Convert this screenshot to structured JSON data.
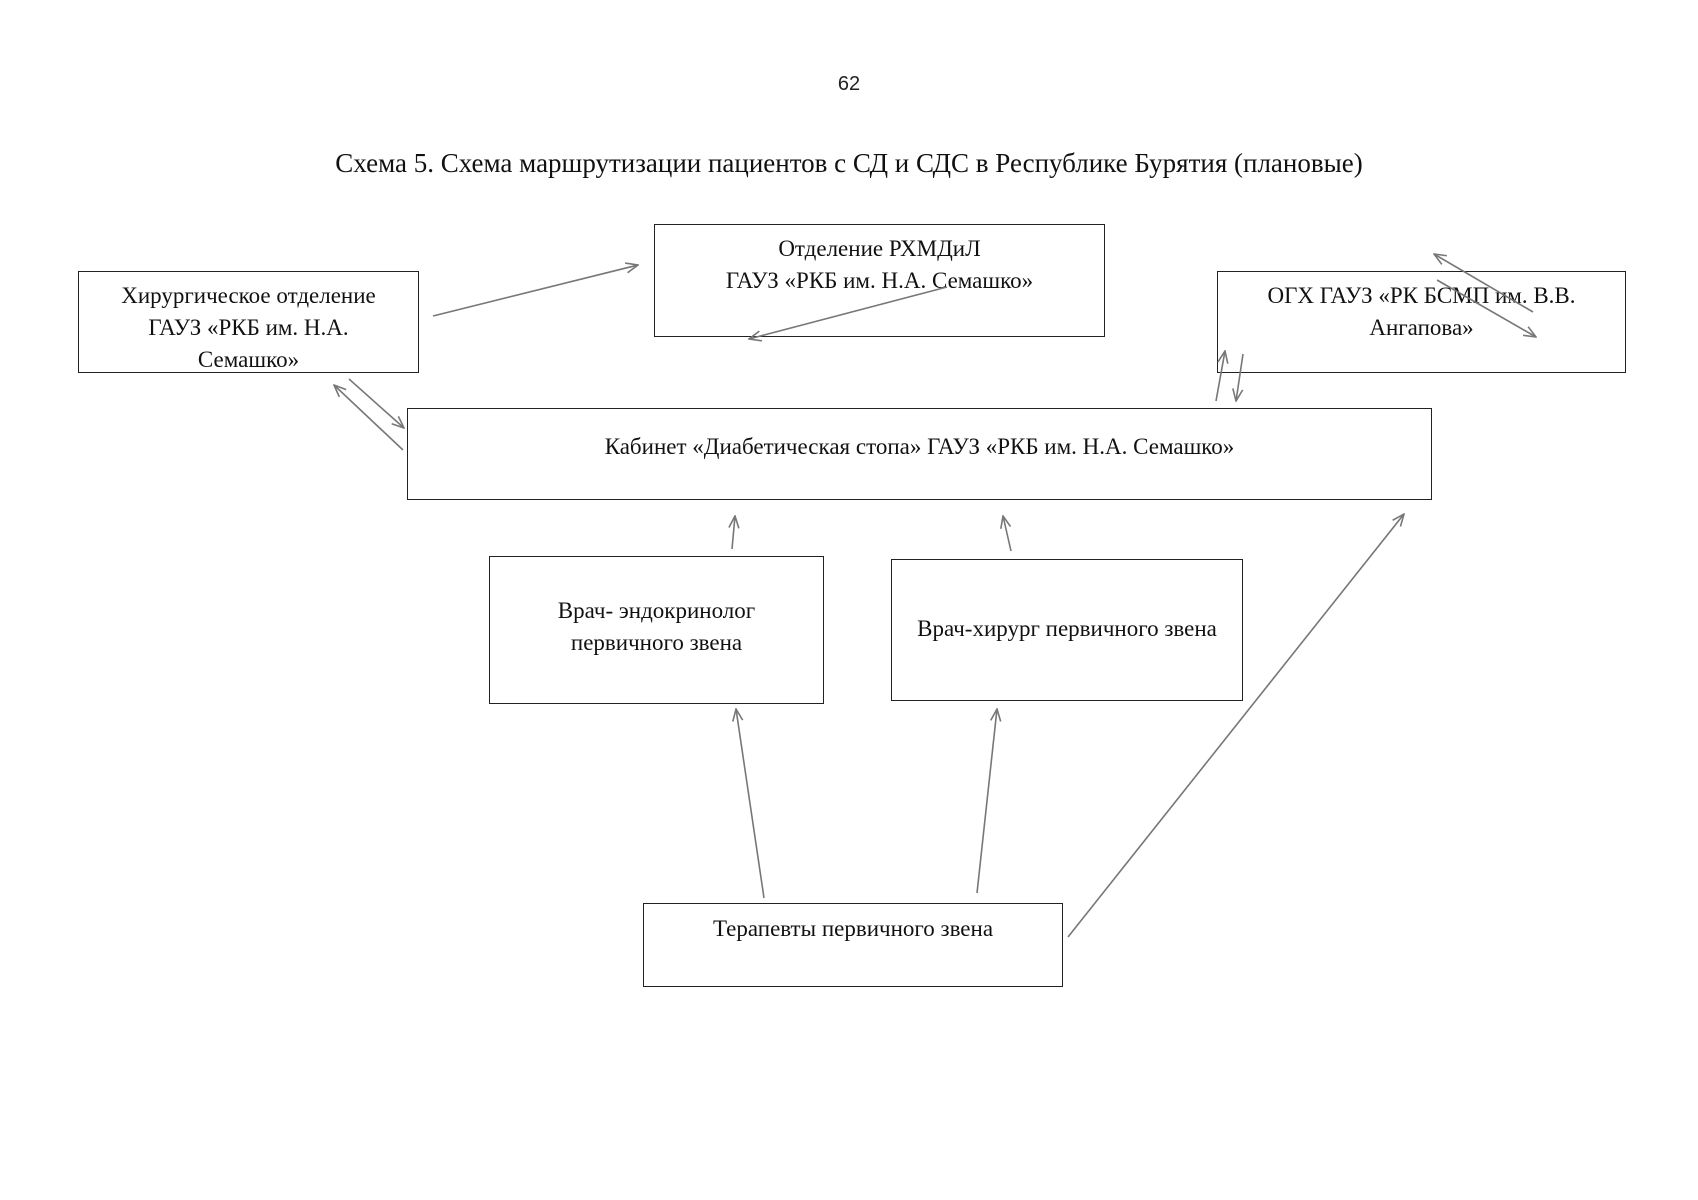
{
  "page": {
    "number": "62"
  },
  "caption": "Схема 5. Схема маршрутизации пациентов с СД и СДС в Республике Бурятия (плановые)",
  "nodes": {
    "surgery": {
      "line1": "Хирургическое отделение",
      "line2": "ГАУЗ «РКБ им. Н.А.",
      "line3": "Семашко»"
    },
    "rhmdil": {
      "line1": "Отделение РХМДиЛ",
      "line2": "ГАУЗ «РКБ им. Н.А. Семашко»"
    },
    "ogh": {
      "line1": "ОГХ ГАУЗ «РК БСМП им. В.В.",
      "line2": "Ангапова»"
    },
    "cabinet": {
      "line1": "Кабинет «Диабетическая стопа» ГАУЗ «РКБ им. Н.А. Семашко»"
    },
    "endo": {
      "line1": "Врач- эндокринолог",
      "line2": "первичного звена"
    },
    "surgeon": {
      "line1": "Врач-хирург первичного звена"
    },
    "therap": {
      "line1": "Терапевты первичного звена"
    }
  },
  "colors": {
    "arrow": "#777777",
    "border": "#222222",
    "text": "#111111"
  }
}
